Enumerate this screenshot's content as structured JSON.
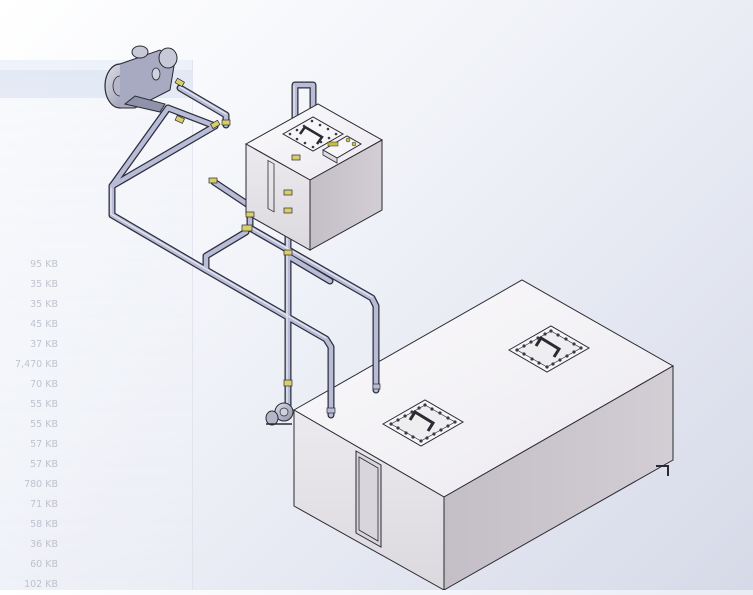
{
  "background_panel": {
    "ghost_size_column": [
      "95 KB",
      "35 KB",
      "35 KB",
      "45 KB",
      "37 KB",
      "7,470 KB",
      "70 KB",
      "55 KB",
      "55 KB",
      "57 KB",
      "57 KB",
      "780 KB",
      "71 KB",
      "58 KB",
      "36 KB",
      "60 KB",
      "102 KB"
    ]
  },
  "model": {
    "components": [
      "pump",
      "upper-tank",
      "lower-tank",
      "pipe-network",
      "valves",
      "hatches",
      "inspection-door",
      "bottom-pump"
    ]
  },
  "colors": {
    "tank_top": "#f3f1f3",
    "tank_front": "#e2dfe3",
    "tank_side": "#c9c4cb",
    "pipe": "#b7bbd4",
    "pipe_edge": "#2c2d3a",
    "valve": "#d8cf6a",
    "bolt": "#3a3a44"
  }
}
